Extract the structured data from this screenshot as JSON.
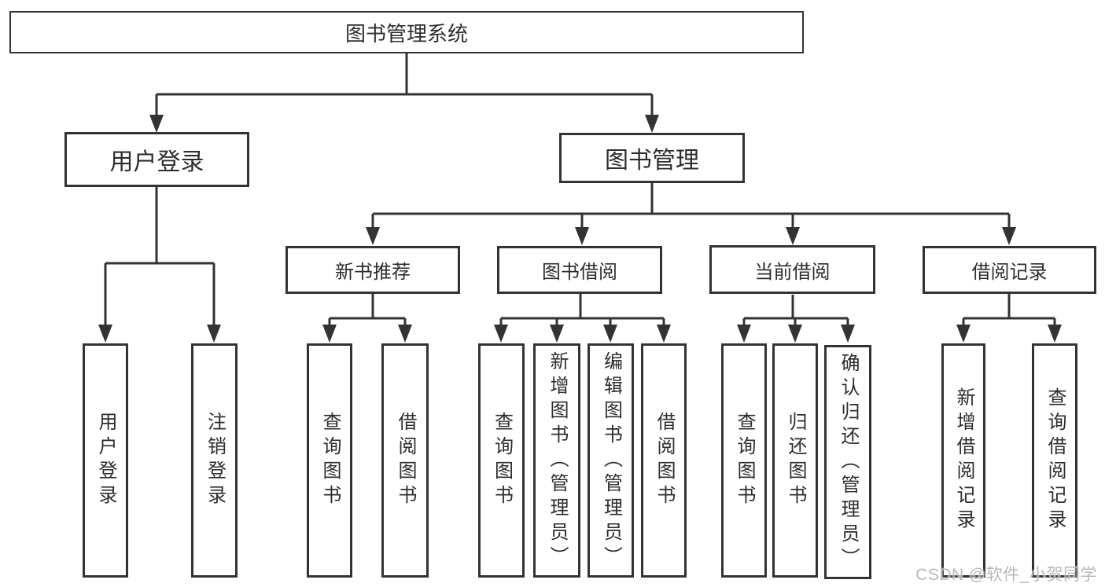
{
  "tree": {
    "root": {
      "label": "图书管理系统"
    },
    "branches": [
      {
        "label": "用户登录",
        "children": [
          {
            "label": "用户登录"
          },
          {
            "label": "注销登录"
          }
        ]
      },
      {
        "label": "图书管理",
        "children": [
          {
            "label": "新书推荐",
            "children": [
              {
                "label": "查询图书"
              },
              {
                "label": "借阅图书"
              }
            ]
          },
          {
            "label": "图书借阅",
            "children": [
              {
                "label": "查询图书"
              },
              {
                "label": "新增图书（管理员）"
              },
              {
                "label": "编辑图书（管理员）"
              },
              {
                "label": "借阅图书"
              }
            ]
          },
          {
            "label": "当前借阅",
            "children": [
              {
                "label": "查询图书"
              },
              {
                "label": "归还图书"
              },
              {
                "label": "确认归还（管理员）"
              }
            ]
          },
          {
            "label": "借阅记录",
            "children": [
              {
                "label": "新增借阅记录"
              },
              {
                "label": "查询借阅记录"
              }
            ]
          }
        ]
      }
    ]
  },
  "watermark": {
    "text": "CSDN @软件_小贺同学"
  },
  "colors": {
    "line": "#333333",
    "text": "#2d2d2d",
    "background": "#ffffff",
    "watermark": "#b5b9be"
  }
}
